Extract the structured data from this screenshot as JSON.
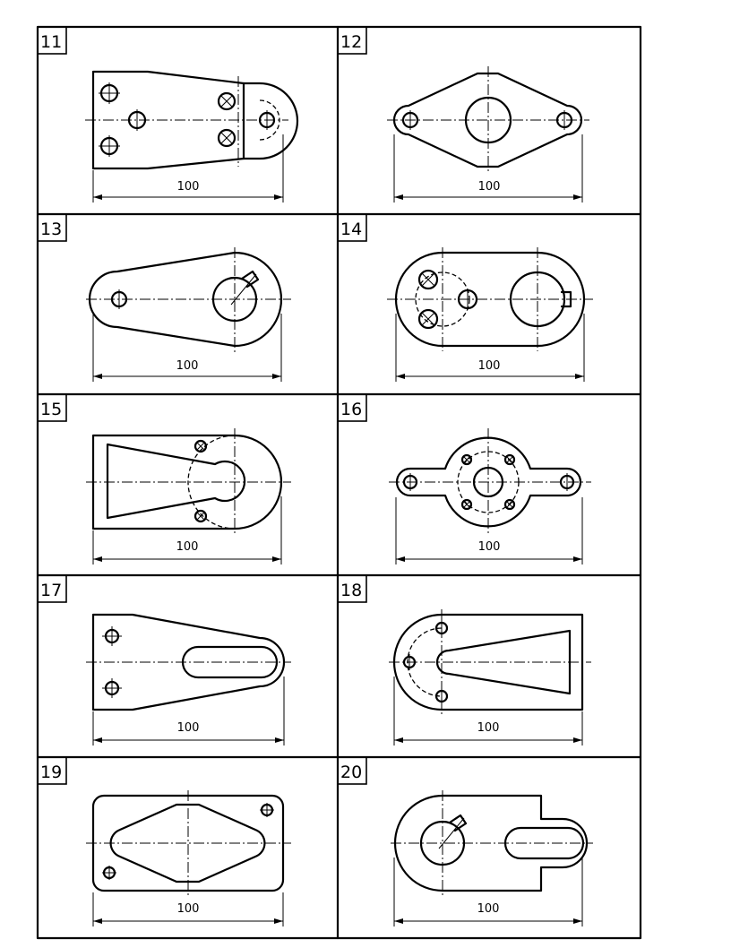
{
  "panels": [
    {
      "number": "11",
      "dimension": "100"
    },
    {
      "number": "12",
      "dimension": "100"
    },
    {
      "number": "13",
      "dimension": "100"
    },
    {
      "number": "14",
      "dimension": "100"
    },
    {
      "number": "15",
      "dimension": "100"
    },
    {
      "number": "16",
      "dimension": "100"
    },
    {
      "number": "17",
      "dimension": "100"
    },
    {
      "number": "18",
      "dimension": "100"
    },
    {
      "number": "19",
      "dimension": "100"
    },
    {
      "number": "20",
      "dimension": "100"
    }
  ]
}
